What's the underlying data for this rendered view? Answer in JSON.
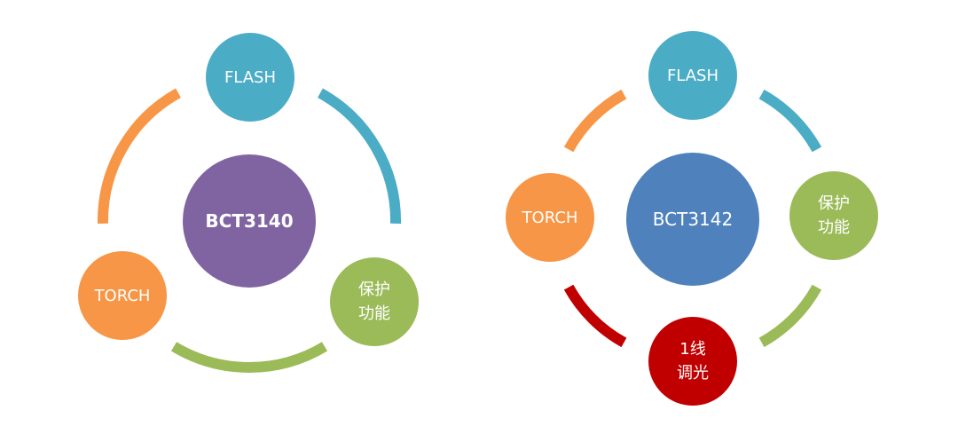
{
  "diagrams": [
    {
      "center": {
        "label": "BCT3140",
        "color": "#8064a2",
        "bold": true
      },
      "nodes": [
        {
          "key": "flash",
          "lines": [
            "FLASH"
          ],
          "color": "#4bacc6"
        },
        {
          "key": "protect",
          "lines": [
            "保护",
            "功能"
          ],
          "color": "#9bbb59"
        },
        {
          "key": "torch",
          "lines": [
            "TORCH"
          ],
          "color": "#f79646"
        }
      ],
      "arcs": [
        {
          "from": "flash",
          "to": "protect",
          "color": "#4bacc6"
        },
        {
          "from": "protect",
          "to": "torch",
          "color": "#9bbb59"
        },
        {
          "from": "torch",
          "to": "flash",
          "color": "#f79646"
        }
      ]
    },
    {
      "center": {
        "label": "BCT3142",
        "color": "#4f81bd",
        "bold": false
      },
      "nodes": [
        {
          "key": "flash",
          "lines": [
            "FLASH"
          ],
          "color": "#4bacc6"
        },
        {
          "key": "protect",
          "lines": [
            "保护",
            "功能"
          ],
          "color": "#9bbb59"
        },
        {
          "key": "dimming",
          "lines": [
            "1线",
            "调光"
          ],
          "color": "#c00000"
        },
        {
          "key": "torch",
          "lines": [
            "TORCH"
          ],
          "color": "#f79646"
        }
      ],
      "arcs": [
        {
          "from": "flash",
          "to": "protect",
          "color": "#4bacc6"
        },
        {
          "from": "protect",
          "to": "dimming",
          "color": "#9bbb59"
        },
        {
          "from": "dimming",
          "to": "torch",
          "color": "#c00000"
        },
        {
          "from": "torch",
          "to": "flash",
          "color": "#f79646"
        }
      ]
    }
  ]
}
